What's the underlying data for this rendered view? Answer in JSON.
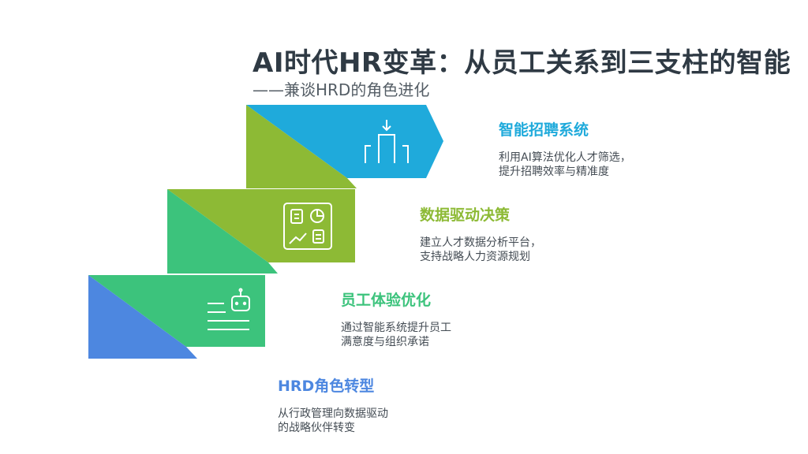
{
  "title": "AI时代HR变革：从员工关系到三支柱的智能",
  "subtitle": "——兼谈HRD的角色进化",
  "steps": [
    {
      "heading": "智能招聘系统",
      "desc1": "利用AI算法优化人才筛选，",
      "desc2": "提升招聘效率与精准度",
      "color": "#1faadb",
      "icon": "download-columns-icon"
    },
    {
      "heading": "数据驱动决策",
      "desc1": "建立人才数据分析平台，",
      "desc2": "支持战略人力资源规划",
      "color": "#8dba35",
      "icon": "dashboard-icon"
    },
    {
      "heading": "员工体验优化",
      "desc1": "通过智能系统提升员工",
      "desc2": "满意度与组织承诺",
      "color": "#3cc37c",
      "icon": "chatbot-icon"
    },
    {
      "heading": "HRD角色转型",
      "desc1": "从行政管理向数据驱动",
      "desc2": "的战略伙伴转变",
      "color": "#4d87e0",
      "icon": ""
    }
  ]
}
